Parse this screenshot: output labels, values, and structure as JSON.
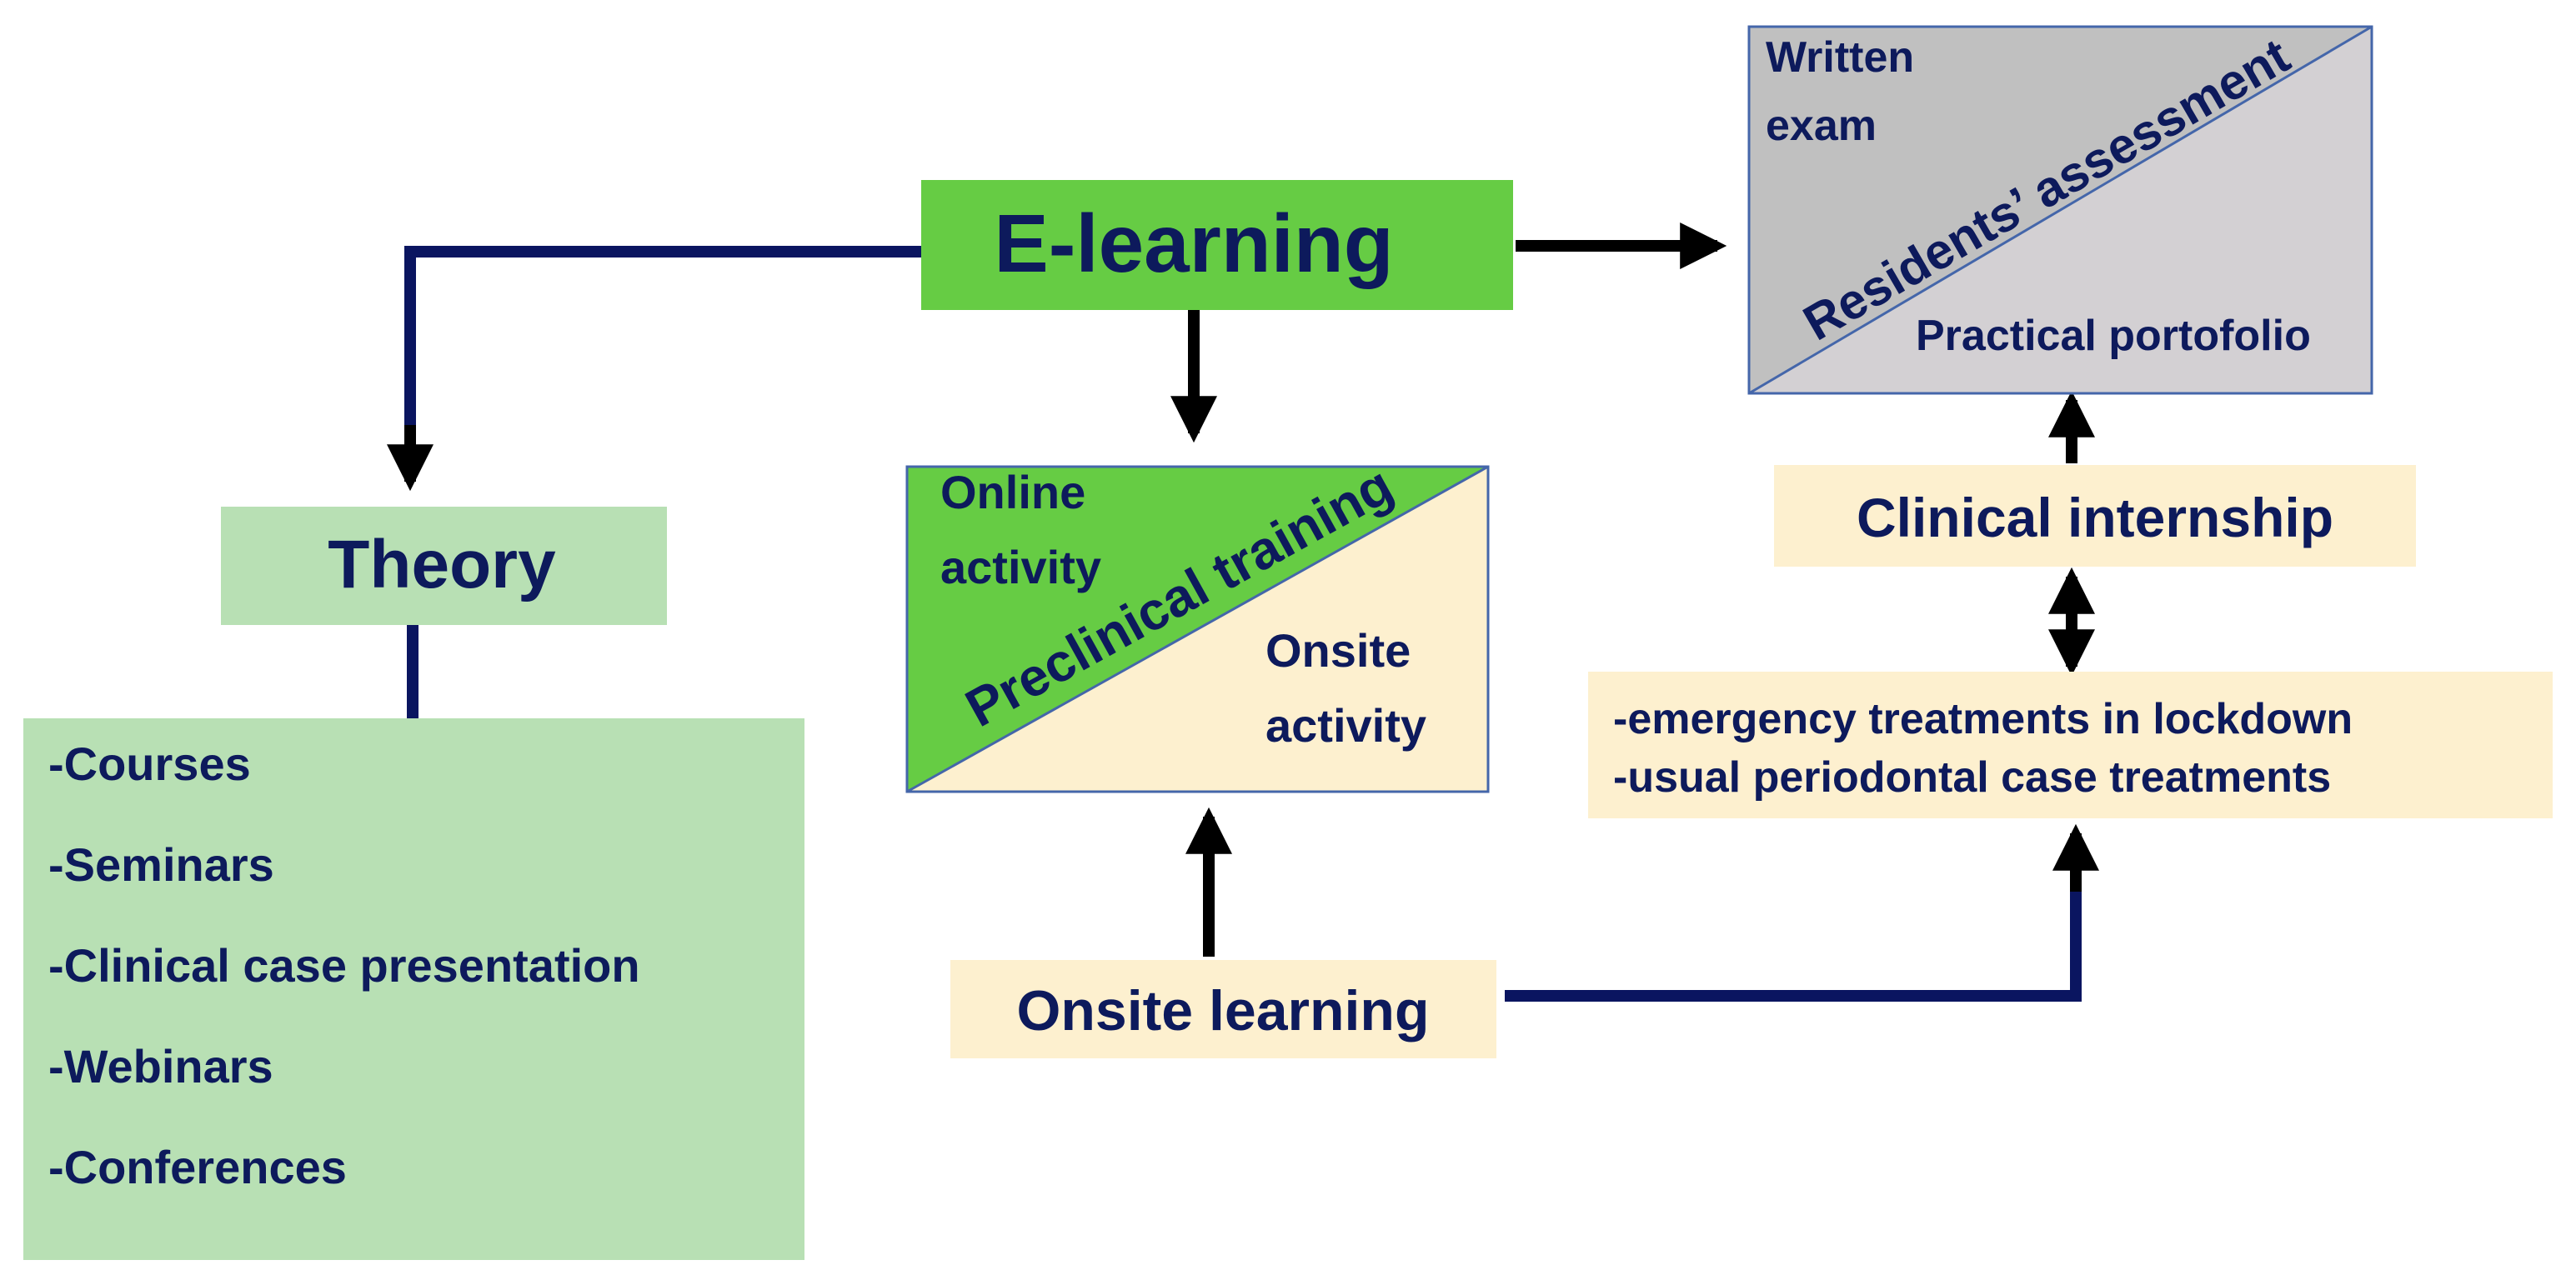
{
  "colors": {
    "ink": "#0d1a5c",
    "connector": "#0a1560",
    "arrow": "#000000",
    "bright_green": "#66cc44",
    "pale_green": "#b8e0b4",
    "cream": "#fdf0cf",
    "gray_dark": "#c0c0c0",
    "gray_light": "#d3d0d3",
    "box_border": "#4466aa"
  },
  "nodes": {
    "elearning": {
      "label": "E-learning"
    },
    "theory": {
      "label": "Theory"
    },
    "theory_list": {
      "items": [
        "-Courses",
        "-Seminars",
        "-Clinical case presentation",
        "-Webinars",
        "-Conferences"
      ]
    },
    "preclinical": {
      "title": "Preclinical training",
      "online_line1": "Online",
      "online_line2": "activity",
      "onsite_line1": "Onsite",
      "onsite_line2": "activity"
    },
    "assessment": {
      "title": "Residents’ assessment",
      "written_line1": "Written",
      "written_line2": "exam",
      "practical": "Practical portofolio"
    },
    "clinical_internship": {
      "label": "Clinical internship"
    },
    "treatments": {
      "line1": "-emergency treatments in lockdown",
      "line2": "-usual periodontal case treatments"
    },
    "onsite_learning": {
      "label": "Onsite learning"
    }
  }
}
